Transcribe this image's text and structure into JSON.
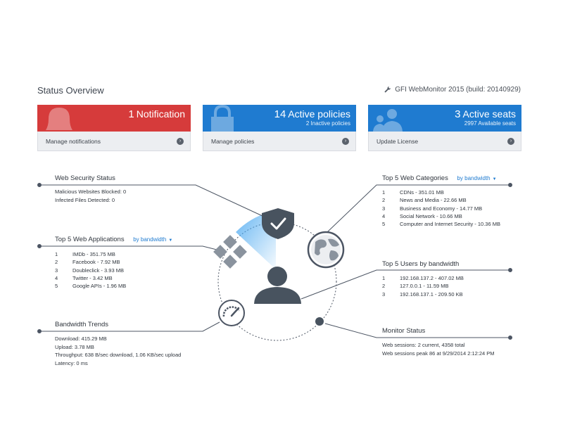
{
  "header": {
    "title": "Status Overview",
    "product": "GFI WebMonitor 2015 (build: 20140929)",
    "product_icon": "wrench-icon"
  },
  "tiles": {
    "notifications": {
      "count": "1",
      "label": "Notification",
      "sub": "",
      "action": "Manage notifications",
      "color": "#d63b3b",
      "icon": "bell-icon"
    },
    "policies": {
      "count": "14",
      "label": "Active policies",
      "sub": "2 Inactive policies",
      "action": "Manage policies",
      "color": "#1f7bd0",
      "icon": "lock-icon"
    },
    "seats": {
      "count": "3",
      "label": "Active seats",
      "sub": "2997 Available seats",
      "action": "Update License",
      "color": "#1f7bd0",
      "icon": "users-icon"
    }
  },
  "web_security": {
    "title": "Web Security Status",
    "lines": [
      "Malicious Websites Blocked: 0",
      "Infected Files Detected: 0"
    ]
  },
  "top_apps": {
    "title": "Top 5 Web Applications",
    "dropdown": "by bandwidth",
    "items": [
      {
        "n": "1",
        "text": "IMDb - 351.75 MB"
      },
      {
        "n": "2",
        "text": "Facebook - 7.92 MB"
      },
      {
        "n": "3",
        "text": "Doubleclick - 3.93 MB"
      },
      {
        "n": "4",
        "text": "Twitter - 3.42 MB"
      },
      {
        "n": "5",
        "text": "Google APIs - 1.96 MB"
      }
    ]
  },
  "bandwidth": {
    "title": "Bandwidth Trends",
    "lines": [
      "Download: 415.29 MB",
      "Upload: 3.78 MB",
      "Throughput: 638 B/sec download, 1.06 KB/sec upload",
      "Latency: 0 ms"
    ]
  },
  "top_categories": {
    "title": "Top 5 Web Categories",
    "dropdown": "by bandwidth",
    "items": [
      {
        "n": "1",
        "text": "CDNs - 351.01 MB"
      },
      {
        "n": "2",
        "text": "News and Media - 22.66 MB"
      },
      {
        "n": "3",
        "text": "Business and Economy - 14.77 MB"
      },
      {
        "n": "4",
        "text": "Social Network - 10.66 MB"
      },
      {
        "n": "5",
        "text": "Computer and Internet Security - 10.36 MB"
      }
    ]
  },
  "top_users": {
    "title": "Top 5 Users by bandwidth",
    "items": [
      {
        "n": "1",
        "text": "192.168.137.2 - 407.02 MB"
      },
      {
        "n": "2",
        "text": "127.0.0.1 - 11.59 MB"
      },
      {
        "n": "3",
        "text": "192.168.137.1 - 209.50 KB"
      }
    ]
  },
  "monitor": {
    "title": "Monitor Status",
    "lines": [
      "Web sessions: 2 current, 4358 total",
      "Web sessions peak 86 at 9/29/2014 2:12:24 PM"
    ]
  },
  "colors": {
    "line": "#4c5563",
    "accent": "#1f7bd0",
    "red": "#d63b3b",
    "icon": "#48535f"
  }
}
